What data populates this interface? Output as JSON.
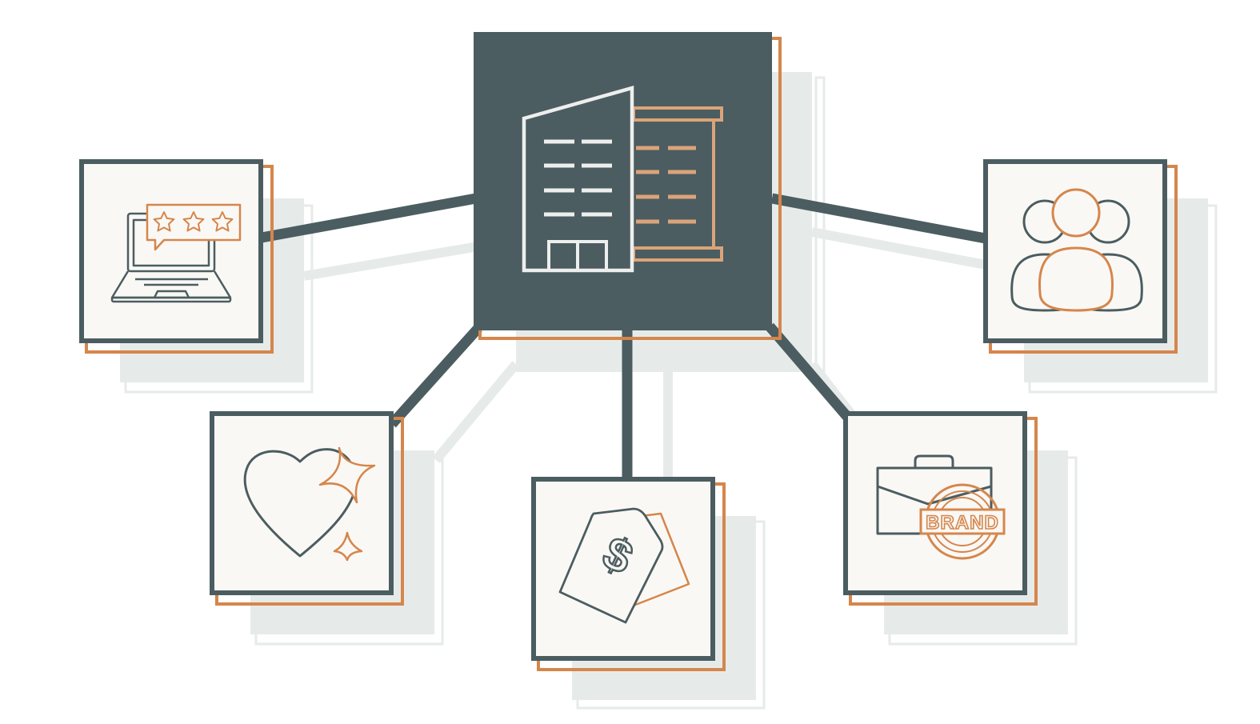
{
  "colors": {
    "background": "#ffffff",
    "slate": "#4b5d60",
    "orange": "#d5864b",
    "light_orange": "#dba37a",
    "shadow": "#e6ebea",
    "card": "#faf8f5",
    "white": "#ffffff"
  },
  "hub": {
    "icon": "office-building-icon"
  },
  "nodes": [
    {
      "id": "reviews",
      "icon": "laptop-star-rating-icon"
    },
    {
      "id": "customers",
      "icon": "people-group-icon"
    },
    {
      "id": "loyalty",
      "icon": "heart-sparkle-icon"
    },
    {
      "id": "pricing",
      "icon": "dollar-price-tag-icon"
    },
    {
      "id": "brand",
      "icon": "briefcase-brand-stamp-icon",
      "stamp_text": "BRAND"
    }
  ]
}
